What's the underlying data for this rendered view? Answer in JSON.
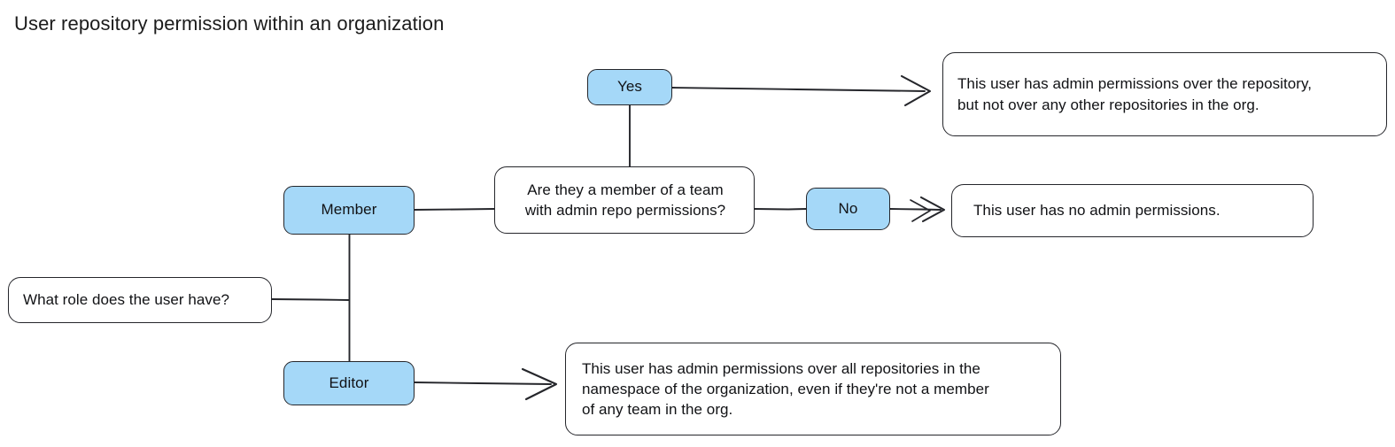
{
  "diagram": {
    "title": "User repository permission within an organization",
    "background_color": "#ffffff",
    "node_fill_color": "#a5d8f8",
    "stroke_color": "#25262b",
    "text_color": "#111215",
    "nodes": {
      "root_question": "What role does the user have?",
      "role_member": "Member",
      "role_editor": "Editor",
      "team_question": "Are they a member of a team\nwith admin repo permissions?",
      "answer_yes": "Yes",
      "answer_no": "No",
      "outcome_yes": "This user has admin permissions over the repository,\nbut not over any other repositories in the org.",
      "outcome_no": "This user has no admin permissions.",
      "outcome_editor": "This user has admin permissions over all repositories in the\nnamespace of the organization, even if they're not a member\nof any team in the org."
    }
  }
}
